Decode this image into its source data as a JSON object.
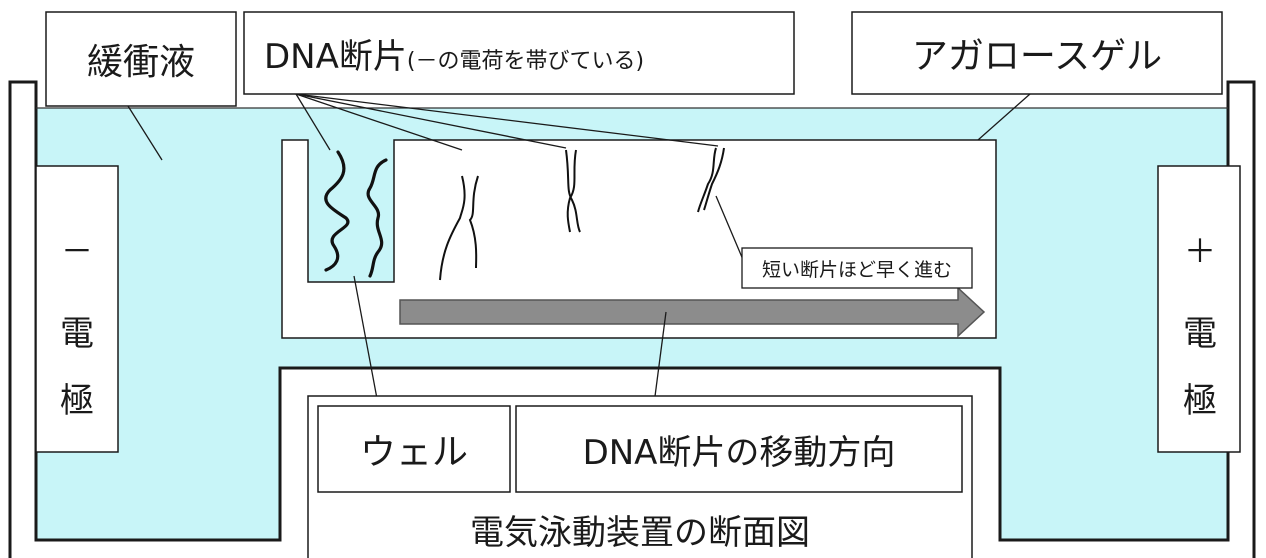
{
  "colors": {
    "buffer": "#c8f5f8",
    "stroke": "#1a1a1a",
    "plus": "#d01818",
    "arrow_fill": "#8c8c8c",
    "arrow_stroke": "#555555"
  },
  "labels": {
    "buffer": "緩衝液",
    "dna_fragment": "DNA断片",
    "dna_fragment_note": "(－の電荷を帯びている)",
    "gel": "アガロースゲル",
    "well": "ウェル",
    "direction": "DNA断片の移動方向",
    "short_note": "短い断片ほど早く進む",
    "title": "電気泳動装置の断面図"
  },
  "electrodes": {
    "left": {
      "sign": "－",
      "chars": [
        "電",
        "極"
      ]
    },
    "right": {
      "sign": "＋",
      "chars": [
        "電",
        "極"
      ]
    }
  }
}
